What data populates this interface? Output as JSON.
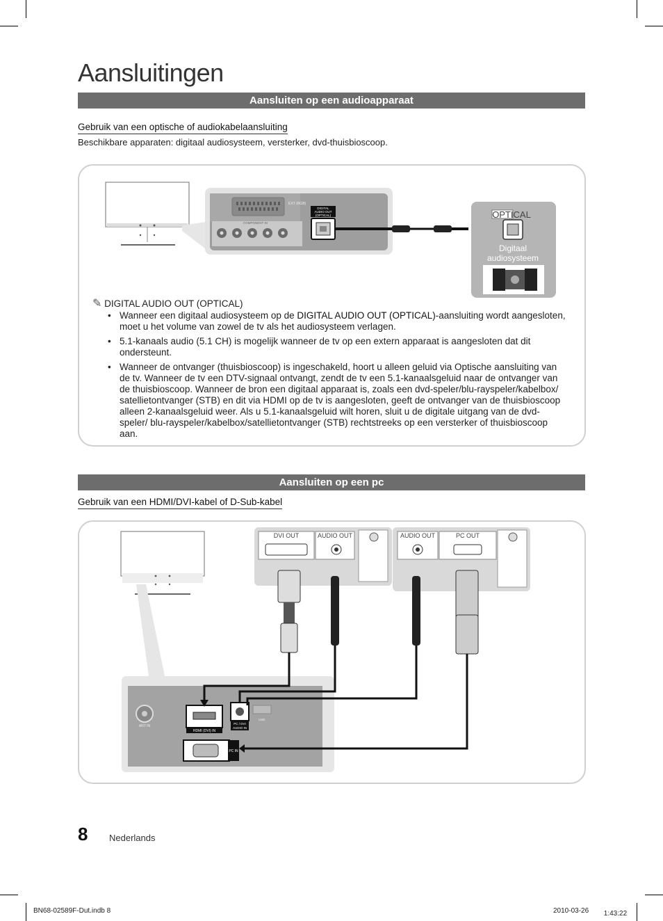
{
  "page_title": "Aansluitingen",
  "section1": {
    "bar": "Aansluiten op een audioapparaat",
    "subheading": "Gebruik van een optische of audiokabelaansluiting",
    "devices": "Beschikbare apparaten: digitaal audiosysteem, versterker, dvd-thuisbioscoop.",
    "diagram": {
      "port_label_line1": "DIGITAL",
      "port_label_line2": "AUDIO OUT",
      "port_label_line3": "(OPTICAL)",
      "component_in": "COMPONENT IN",
      "ext_label": "EXT (RGB)",
      "optical_label": "OPTICAL",
      "device_name_line1": "Digitaal",
      "device_name_line2": "audiosysteem"
    },
    "note_heading": "DIGITAL AUDIO OUT (OPTICAL)",
    "bullets": [
      {
        "pre": "Wanneer een digitaal audiosysteem op de ",
        "bold": "DIGITAL AUDIO OUT (OPTICAL)",
        "post": "-aansluiting wordt aangesloten, moet u het volume van zowel de tv als het audiosysteem verlagen."
      },
      {
        "pre": "5.1-kanaals audio (5.1 CH) is mogelijk wanneer de tv op een extern apparaat is aangesloten dat dit ondersteunt.",
        "bold": "",
        "post": ""
      },
      {
        "pre": "Wanneer de ontvanger (thuisbioscoop) is ingeschakeld, hoort u alleen geluid via Optische aansluiting van de tv. Wanneer de tv een DTV-signaal ontvangt, zendt de tv een 5.1-kanaalsgeluid naar de ontvanger van de thuisbioscoop. Wanneer de bron een digitaal apparaat is, zoals een dvd-speler/blu-rayspeler/kabelbox/ satellietontvanger (STB) en dit via HDMI op de tv is aangesloten, geeft de ontvanger van de thuisbioscoop alleen 2-kanaalsgeluid weer. Als u 5.1-kanaalsgeluid wilt horen, sluit u de digitale uitgang van de dvd-speler/ blu-rayspeler/kabelbox/satellietontvanger (STB) rechtstreeks op een versterker of thuisbioscoop aan.",
        "bold": "",
        "post": ""
      }
    ]
  },
  "section2": {
    "bar": "Aansluiten op een pc",
    "subheading": "Gebruik van een HDMI/DVI-kabel of D-Sub-kabel",
    "diagram": {
      "dvi_out": "DVI OUT",
      "audio_out_1": "AUDIO OUT",
      "audio_out_2": "AUDIO OUT",
      "pc_out": "PC OUT",
      "ant_in": "ANT IN",
      "hdmi_label": "HDMI (DVI) IN",
      "pcdvi_line1": "PC / DVI",
      "pcdvi_line2": "AUDIO IN",
      "pc_in": "PC IN",
      "usb_label": "USB"
    }
  },
  "footer": {
    "page_number": "8",
    "language": "Nederlands",
    "file": "BN68-02589F-Dut.indb   8",
    "date": "2010-03-26",
    "time": "　 1:43:22"
  },
  "colors": {
    "bar": "#6d6d6d",
    "panel_border": "#d0d0d0",
    "connector_grey": "#a8a8a8"
  }
}
